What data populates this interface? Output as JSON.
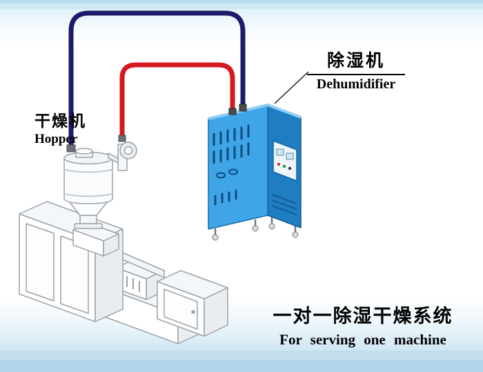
{
  "labels": {
    "dehumidifier": {
      "cn": "除湿机",
      "en": "Dehumidifier"
    },
    "hopper": {
      "cn": "干燥机",
      "en": "Hopper"
    },
    "caption": {
      "cn": "一对一除湿干燥系统",
      "en": "For serving one machine"
    }
  },
  "colors": {
    "pipe_blue": "#1c1a6b",
    "pipe_red": "#d41920",
    "dehumidifier_front": "#3fa5e6",
    "dehumidifier_side": "#1f7dc2",
    "dehumidifier_vent": "#0c4b80",
    "machine_outline": "#9aa1a8",
    "label_text": "#000000",
    "background_top": "#b9dcee",
    "background_bottom": "#b3d4e8"
  }
}
